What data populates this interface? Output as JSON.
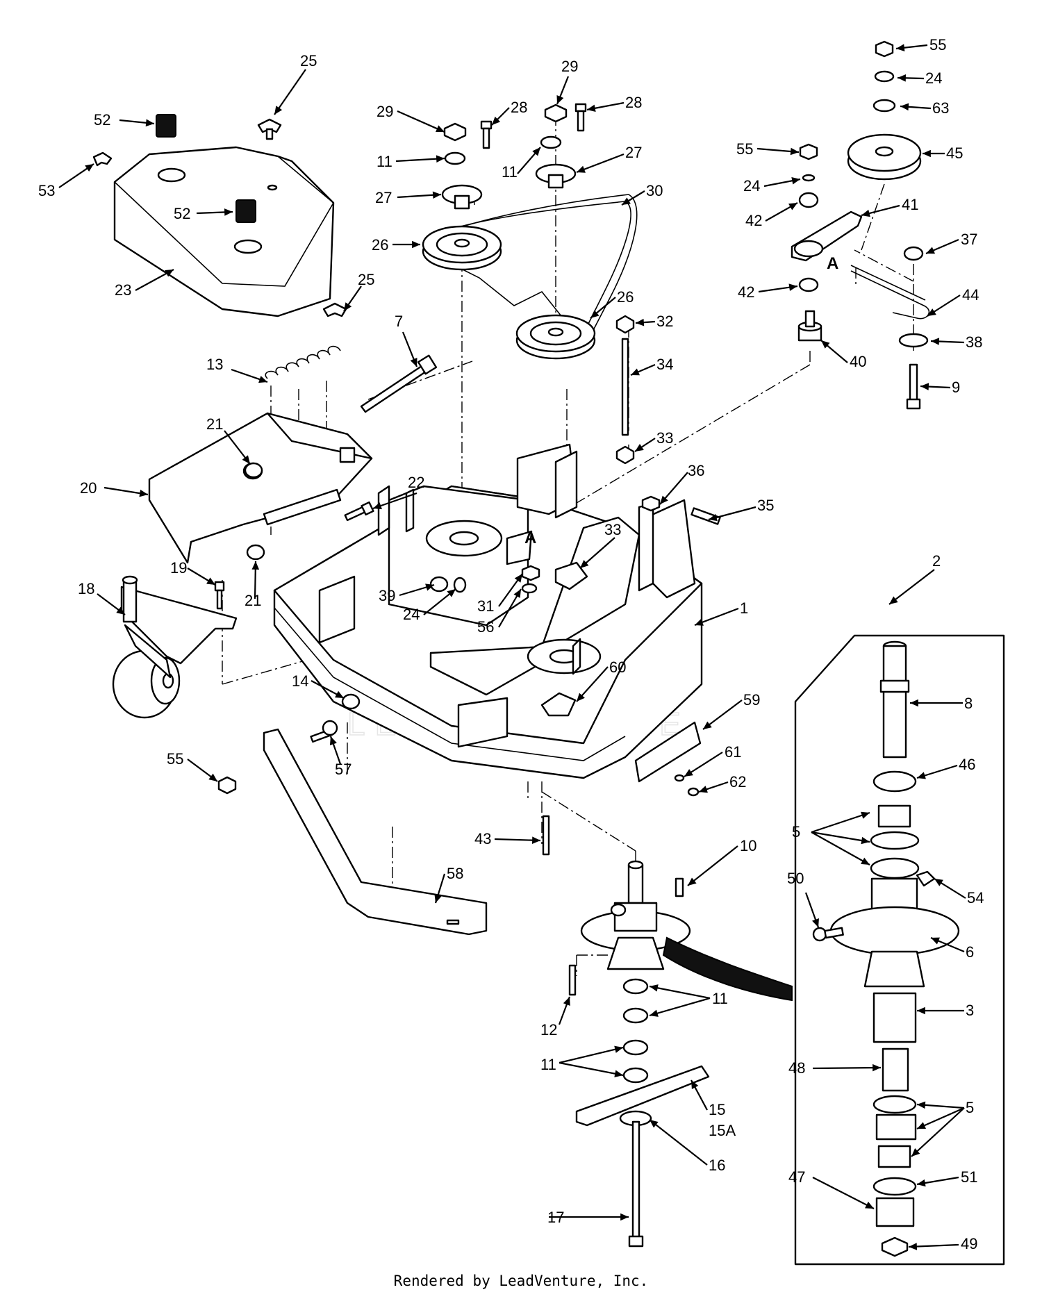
{
  "footer": "Rendered by LeadVenture, Inc.",
  "watermark": "LEADVENTURE",
  "callouts": [
    "55",
    "24",
    "63",
    "45",
    "55",
    "24",
    "42",
    "41",
    "37",
    "A",
    "42",
    "44",
    "38",
    "40",
    "9",
    "29",
    "28",
    "29",
    "28",
    "11",
    "11",
    "27",
    "27",
    "30",
    "26",
    "26",
    "32",
    "34",
    "33",
    "25",
    "52",
    "53",
    "52",
    "23",
    "25",
    "13",
    "7",
    "21",
    "20",
    "22",
    "36",
    "35",
    "33",
    "A",
    "19",
    "18",
    "21",
    "39",
    "24",
    "31",
    "56",
    "1",
    "2",
    "8",
    "46",
    "5",
    "50",
    "54",
    "6",
    "3",
    "48",
    "5",
    "51",
    "47",
    "49",
    "14",
    "60",
    "59",
    "61",
    "62",
    "55",
    "57",
    "43",
    "10",
    "58",
    "12",
    "11",
    "11",
    "15",
    "15A",
    "16",
    "17"
  ]
}
